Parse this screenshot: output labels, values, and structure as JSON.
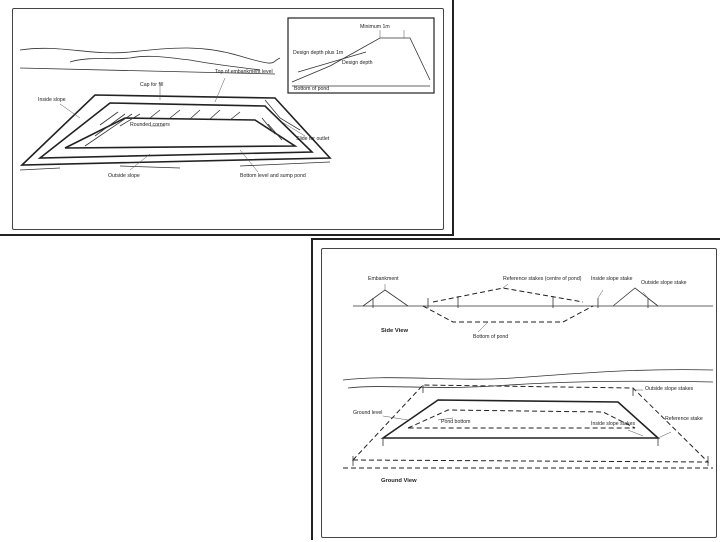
{
  "top_figure": {
    "labels": {
      "cap_fill": "Cap for fill",
      "top_embankment": "Top of embankment level",
      "inside_slope": "Inside slope",
      "rounded_corners": "Rounded corners",
      "slide_outlet": "Slide for outlet",
      "outside_slope": "Outside slope",
      "bottom_level": "Bottom level and sump pond"
    },
    "inset_labels": {
      "minimum": "Minimum 1m",
      "design_depth_plus": "Design depth plus 1m",
      "design_depth": "Design depth",
      "bottom_pond": "Bottom of pond"
    }
  },
  "bottom_figure": {
    "side_view": {
      "title": "Side View",
      "labels": {
        "embankment": "Embankment",
        "reference_stakes": "Reference stakes (centre of pond)",
        "inside_slope_stake": "Inside slope stake",
        "outside_slope_stake": "Outside slope stake",
        "bottom_pond": "Bottom of pond"
      }
    },
    "ground_view": {
      "title": "Ground View",
      "labels": {
        "ground_level": "Ground level",
        "pond_bottom": "Pond bottom",
        "outside_slope_stakes": "Outside slope stakes",
        "inside_slope_stakes": "Inside slope stakes",
        "reference_stake": "Reference stake"
      }
    }
  }
}
